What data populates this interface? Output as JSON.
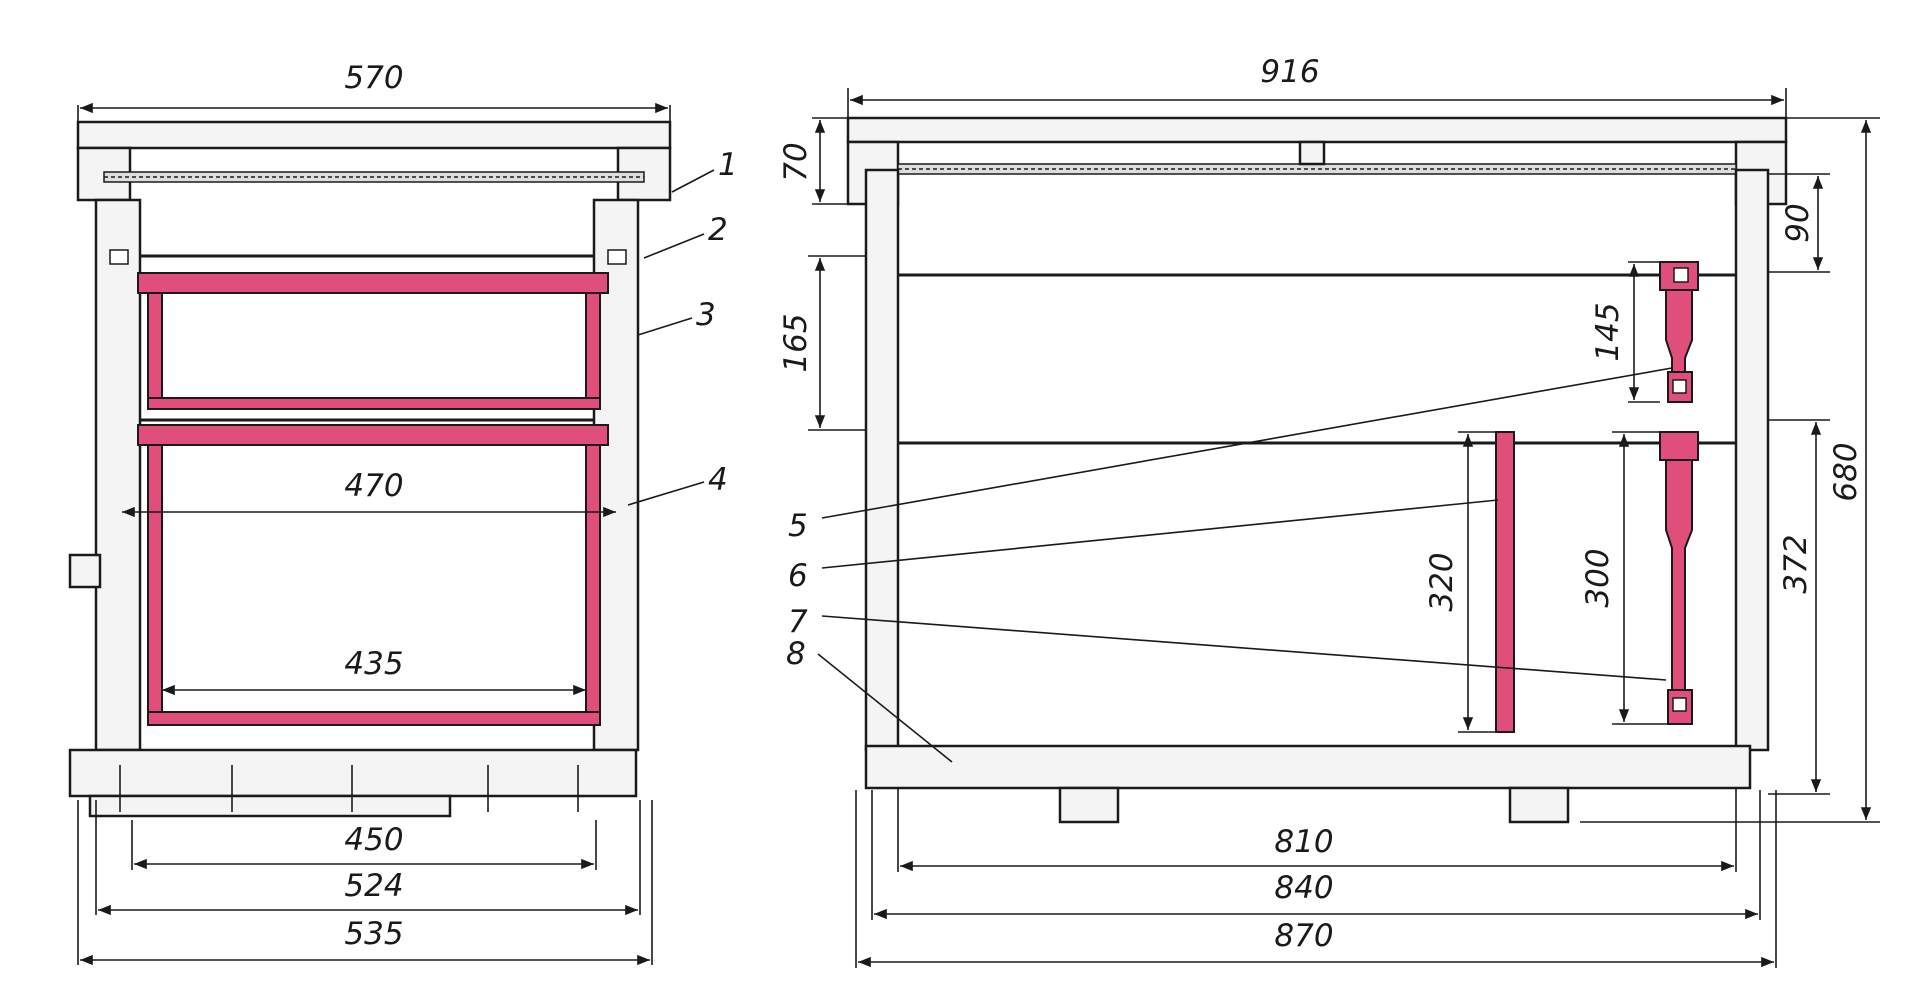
{
  "left_view": {
    "dimensions": {
      "top_width": "570",
      "frame_inner": "470",
      "frame_bottom": "435",
      "bottom_inner": "450",
      "bottom_mid": "524",
      "bottom_outer": "535"
    },
    "callouts": [
      "1",
      "2",
      "3",
      "4"
    ]
  },
  "right_view": {
    "dimensions": {
      "top_width": "916",
      "roof_height": "70",
      "gap_height": "90",
      "super_height": "165",
      "half_frame_height": "145",
      "frame_height_a": "320",
      "frame_height_b": "300",
      "body_height": "372",
      "total_height": "680",
      "bottom_inner": "810",
      "bottom_mid": "840",
      "bottom_outer": "870"
    },
    "callouts": [
      "5",
      "6",
      "7",
      "8"
    ]
  },
  "colors": {
    "frame_fill": "#e04f7c",
    "line": "#1a1a1a",
    "wood": "#f4f4f4"
  }
}
